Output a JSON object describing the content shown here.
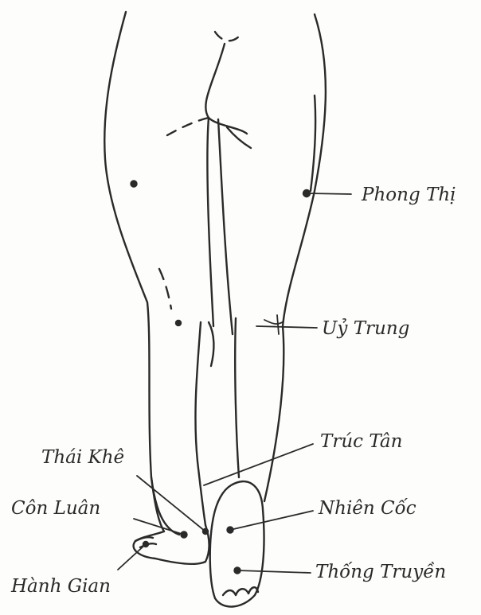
{
  "labels": {
    "phong_thi": "Phong Thị",
    "uy_trung": "Uỷ Trung",
    "truc_tan": "Trúc Tân",
    "thai_khe": "Thái Khê",
    "con_luan": "Côn Luân",
    "nhien_coc": "Nhiên Cốc",
    "hanh_gian": "Hành Gian",
    "thong_truyen": "Thống Truyền"
  },
  "colors": {
    "ink": "#2a2a2a",
    "paper": "#fdfdfb"
  }
}
